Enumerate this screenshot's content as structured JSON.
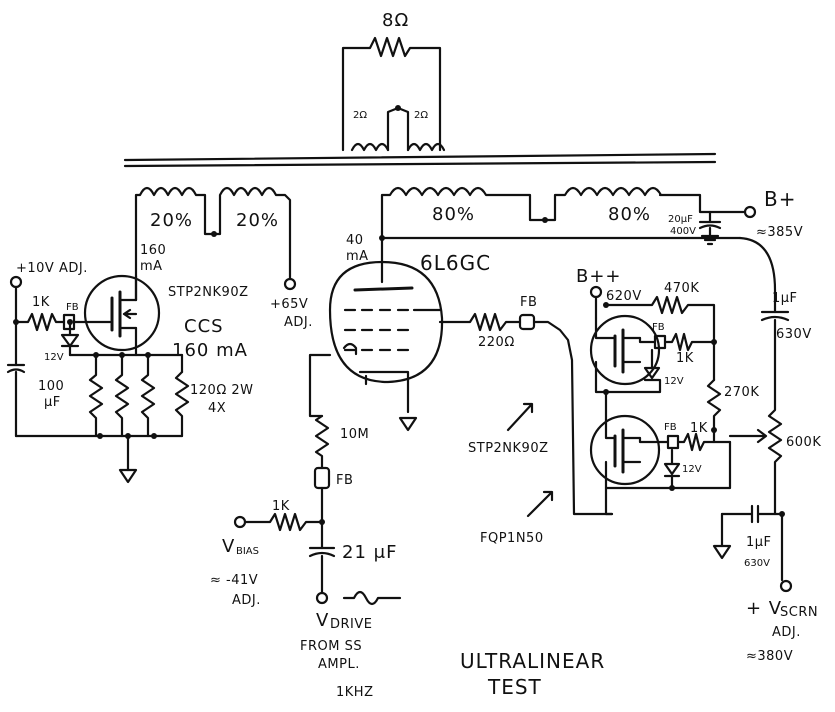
{
  "speaker": {
    "load": "8Ω",
    "tap_left": "2Ω",
    "tap_right": "2Ω"
  },
  "transformer": {
    "tap_left_1": "20%",
    "tap_left_2": "20%",
    "tap_right_1": "80%",
    "tap_right_2": "80%"
  },
  "ccs": {
    "supply": "+10V ADJ.",
    "r_gate": "1K",
    "ferrite": "FB",
    "zener": "12V",
    "cap": "100",
    "cap_unit": "μF",
    "current_top": "160",
    "current_top_unit": "mA",
    "mosfet": "STP2NK90Z",
    "title": "CCS",
    "current": "160 mA",
    "res": "120Ω 2W",
    "res_count": "4X",
    "supply_right": "+65V",
    "supply_right_adj": "ADJ."
  },
  "tube": {
    "plate_current": "40",
    "plate_current_unit": "mA",
    "type": "6L6GC",
    "ferrite": "FB",
    "r_screen": "220Ω",
    "r_grid": "10M",
    "ferrite_grid": "FB",
    "r_bias": "1K",
    "bias_label": "V",
    "bias_sub": "BIAS",
    "bias_value": "≈ -41V",
    "bias_adj": "ADJ.",
    "cap_drive": "21 μF",
    "drive_label": "V",
    "drive_sub": "DRIVE",
    "drive_from": "FROM SS",
    "drive_amp": "AMPL.",
    "drive_freq": "1KHZ"
  },
  "bplus": {
    "label": "B+",
    "value": "≈385V",
    "cap": "20μF",
    "cap_v": "400V"
  },
  "follower": {
    "supply": "B++",
    "supply_v": "620V",
    "r_top": "470K",
    "ferrite_top": "FB",
    "r_gate_top": "1K",
    "zener_top": "12V",
    "r_mid": "270K",
    "ferrite_bot": "FB",
    "r_gate_bot": "1K",
    "zener_bot": "12V",
    "mosfet_label": "STP2NK90Z",
    "mosfet_label_2": "FQP1N50",
    "pot": "600K",
    "cap_top": "1μF",
    "cap_top_v": "630V",
    "cap_bot": "1μF",
    "cap_bot_v": "630V"
  },
  "screen": {
    "label": "+ V",
    "sub": "SCRN",
    "adj": "ADJ.",
    "value": "≈380V"
  },
  "caption": {
    "line1": "ULTRALINEAR",
    "line2": "TEST"
  }
}
